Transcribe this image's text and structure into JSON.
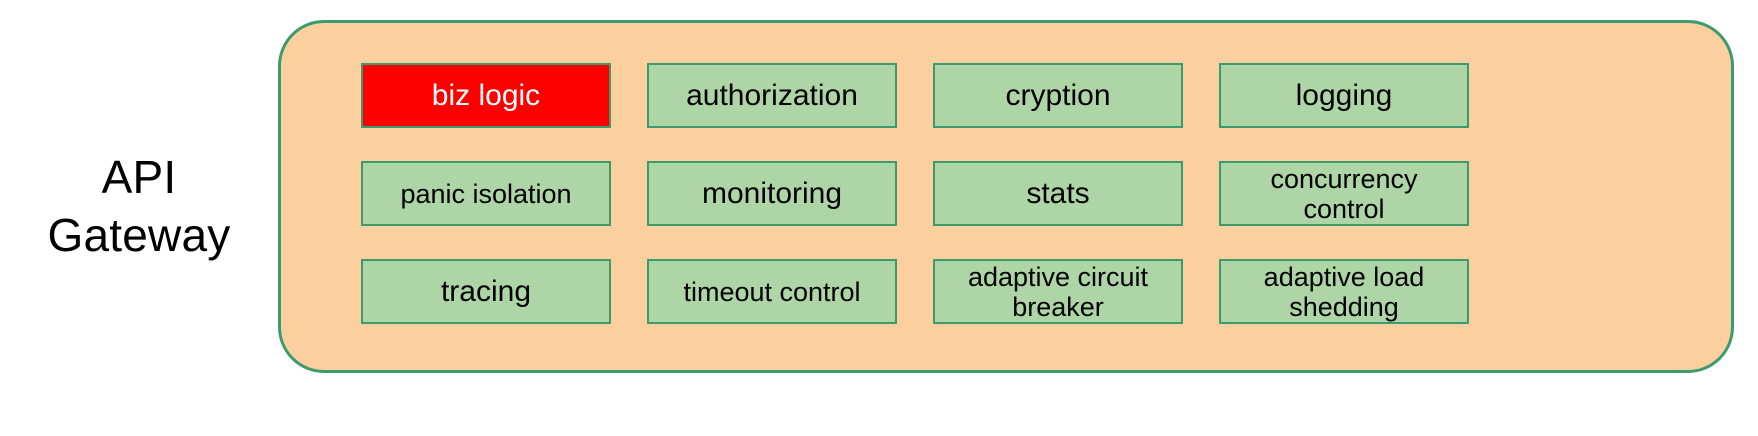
{
  "diagram": {
    "side_label": "API\nGateway",
    "container_name": "API Gateway container",
    "colors": {
      "container_fill": "#fccf9e",
      "container_border": "#3c9b6e",
      "box_fill": "#aed5a5",
      "box_border": "#3c9b6e",
      "highlight_fill": "#fc0000",
      "highlight_text": "#ffffff",
      "text": "#000000",
      "background": "#ffffff"
    },
    "components": [
      {
        "label": "biz logic",
        "highlight": true,
        "lines": 1,
        "size": "normal"
      },
      {
        "label": "authorization",
        "highlight": false,
        "lines": 1,
        "size": "normal"
      },
      {
        "label": "cryption",
        "highlight": false,
        "lines": 1,
        "size": "normal"
      },
      {
        "label": "logging",
        "highlight": false,
        "lines": 1,
        "size": "normal"
      },
      {
        "label": "panic isolation",
        "highlight": false,
        "lines": 1,
        "size": "small"
      },
      {
        "label": "monitoring",
        "highlight": false,
        "lines": 1,
        "size": "normal"
      },
      {
        "label": "stats",
        "highlight": false,
        "lines": 1,
        "size": "normal"
      },
      {
        "label": "concurrency\ncontrol",
        "highlight": false,
        "lines": 2,
        "size": "small"
      },
      {
        "label": "tracing",
        "highlight": false,
        "lines": 1,
        "size": "normal"
      },
      {
        "label": "timeout control",
        "highlight": false,
        "lines": 1,
        "size": "small"
      },
      {
        "label": "adaptive circuit\nbreaker",
        "highlight": false,
        "lines": 2,
        "size": "small"
      },
      {
        "label": "adaptive load\nshedding",
        "highlight": false,
        "lines": 2,
        "size": "small"
      }
    ]
  }
}
